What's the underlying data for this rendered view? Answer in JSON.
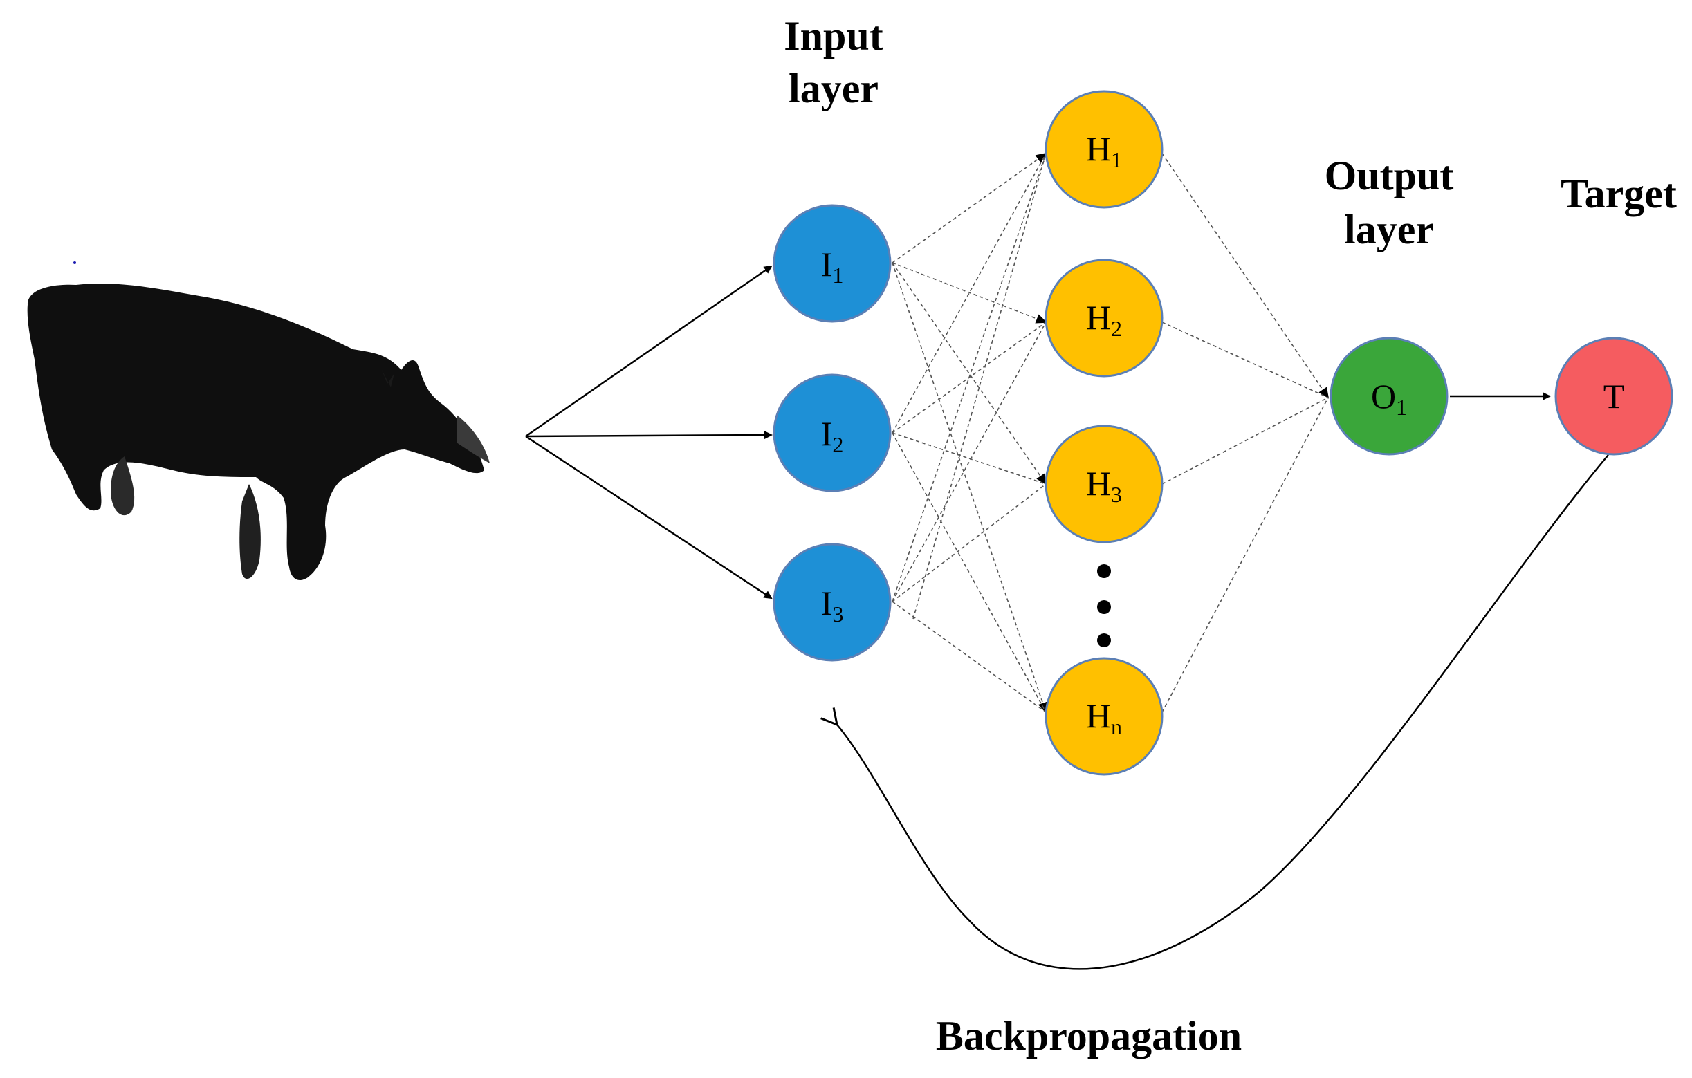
{
  "labels": {
    "input_layer_line1": "Input",
    "input_layer_line2": "layer",
    "output_layer_line1": "Output",
    "output_layer_line2": "layer",
    "target": "Target",
    "backpropagation": "Backpropagation"
  },
  "nodes": {
    "input": [
      {
        "main": "I",
        "sub": "1"
      },
      {
        "main": "I",
        "sub": "2"
      },
      {
        "main": "I",
        "sub": "3"
      }
    ],
    "hidden": [
      {
        "main": "H",
        "sub": "1"
      },
      {
        "main": "H",
        "sub": "2"
      },
      {
        "main": "H",
        "sub": "3"
      },
      {
        "main": "H",
        "sub": "n"
      }
    ],
    "output": {
      "main": "O",
      "sub": "1"
    },
    "target": {
      "main": "T"
    }
  },
  "colors": {
    "input_node": "#1E90D6",
    "hidden_node": "#FFC000",
    "output_node": "#3AA63A",
    "target_node": "#F55C60",
    "node_border": "#5B7FB5",
    "connection": "#555555",
    "arrow": "#000000"
  },
  "icons": {
    "input_image": "animal-point-cloud-silhouette"
  }
}
